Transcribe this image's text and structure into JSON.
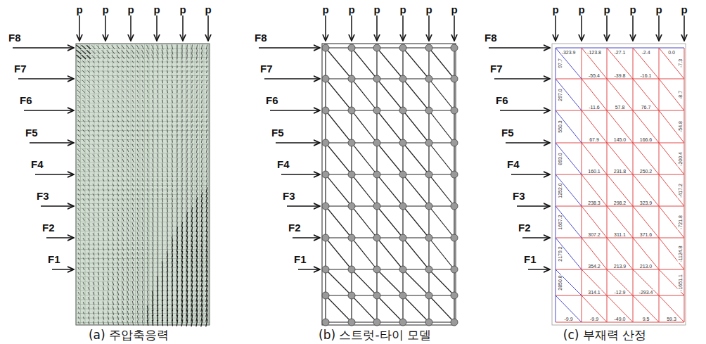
{
  "diagram": {
    "labels": [
      "p",
      "p",
      "p",
      "p",
      "p",
      "p",
      "F8",
      "F7",
      "F6",
      "F5",
      "F4",
      "F3",
      "F2",
      "F1",
      "(a) 주압축응력",
      "p",
      "p",
      "p",
      "p",
      "p",
      "p",
      "F8",
      "F7",
      "F6",
      "F5",
      "F4",
      "F3",
      "F2",
      "F1",
      "(b) 스트럿-타이 모델",
      "p",
      "p",
      "p",
      "p",
      "p",
      "p",
      "F8",
      "F7",
      "F6",
      "F5",
      "F4",
      "F3",
      "F2",
      "F1",
      "-323.9",
      "-123.8",
      "-27.1",
      "-2.4",
      "0.0",
      "97.7",
      "297.0",
      "550.3",
      "893.0",
      "1252.0",
      "1667.2",
      "2179.2",
      "2850.8",
      "-7.3",
      "-8.7",
      "-54.8",
      "-200.4",
      "-417.2",
      "-721.8",
      "-1124.8",
      "-1651.1",
      "-55.4",
      "-39.8",
      "-16.1",
      "-11.6",
      "57.8",
      "76.7",
      "67.9",
      "145.0",
      "166.6",
      "160.1",
      "231.8",
      "250.2",
      "238.3",
      "298.2",
      "323.9",
      "307.2",
      "311.1",
      "371.6",
      "354.2",
      "213.9",
      "213.0",
      "314.1",
      "-12.9",
      "-293.4",
      "-9.9",
      "-9.9",
      "-49.0",
      "9.5",
      "59.3",
      "(c) 부재력 산정"
    ]
  }
}
